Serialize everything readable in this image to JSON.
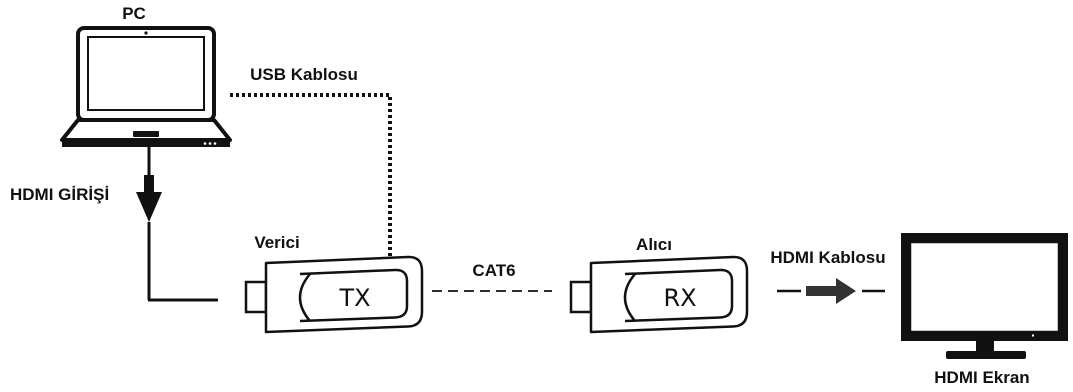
{
  "labels": {
    "pc": "PC",
    "usb_cable": "USB Kablosu",
    "hdmi_input": "HDMI GİRİŞİ",
    "transmitter": "Verici",
    "receiver": "Alıcı",
    "cat6": "CAT6",
    "hdmi_cable": "HDMI Kablosu",
    "hdmi_display": "HDMI Ekran"
  },
  "devices": {
    "tx": "TX",
    "rx": "RX"
  }
}
